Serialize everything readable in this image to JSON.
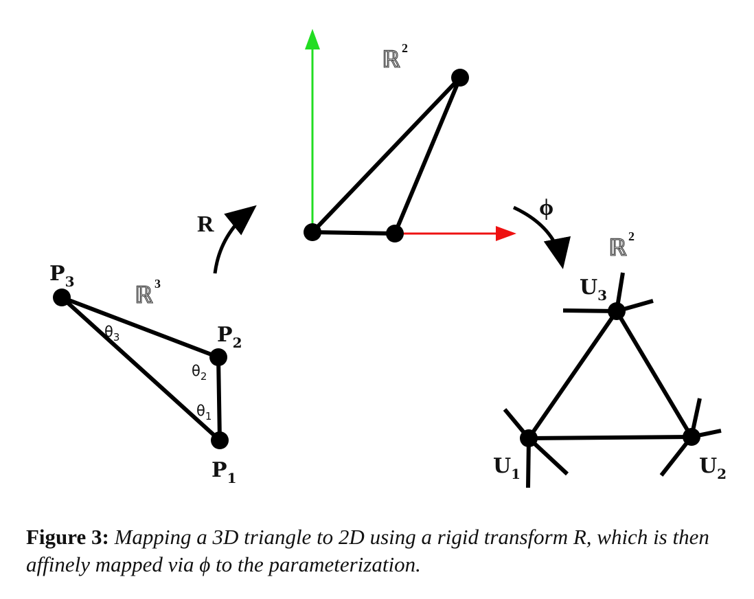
{
  "labels": {
    "P": "P",
    "U": "U",
    "theta": "θ",
    "space": "ℝ",
    "idx1": "1",
    "idx2": "2",
    "idx3": "3",
    "dim2": "2",
    "dim3": "3",
    "R": "R",
    "phi": "ϕ"
  },
  "caption": {
    "head": "Figure 3:",
    "body": "Mapping a 3D triangle to 2D using a rigid transform R, which is then affinely mapped via ϕ to the parameterization."
  },
  "colors": {
    "x_axis": "#ee1111",
    "y_axis": "#22dd22",
    "ink": "#000000"
  }
}
